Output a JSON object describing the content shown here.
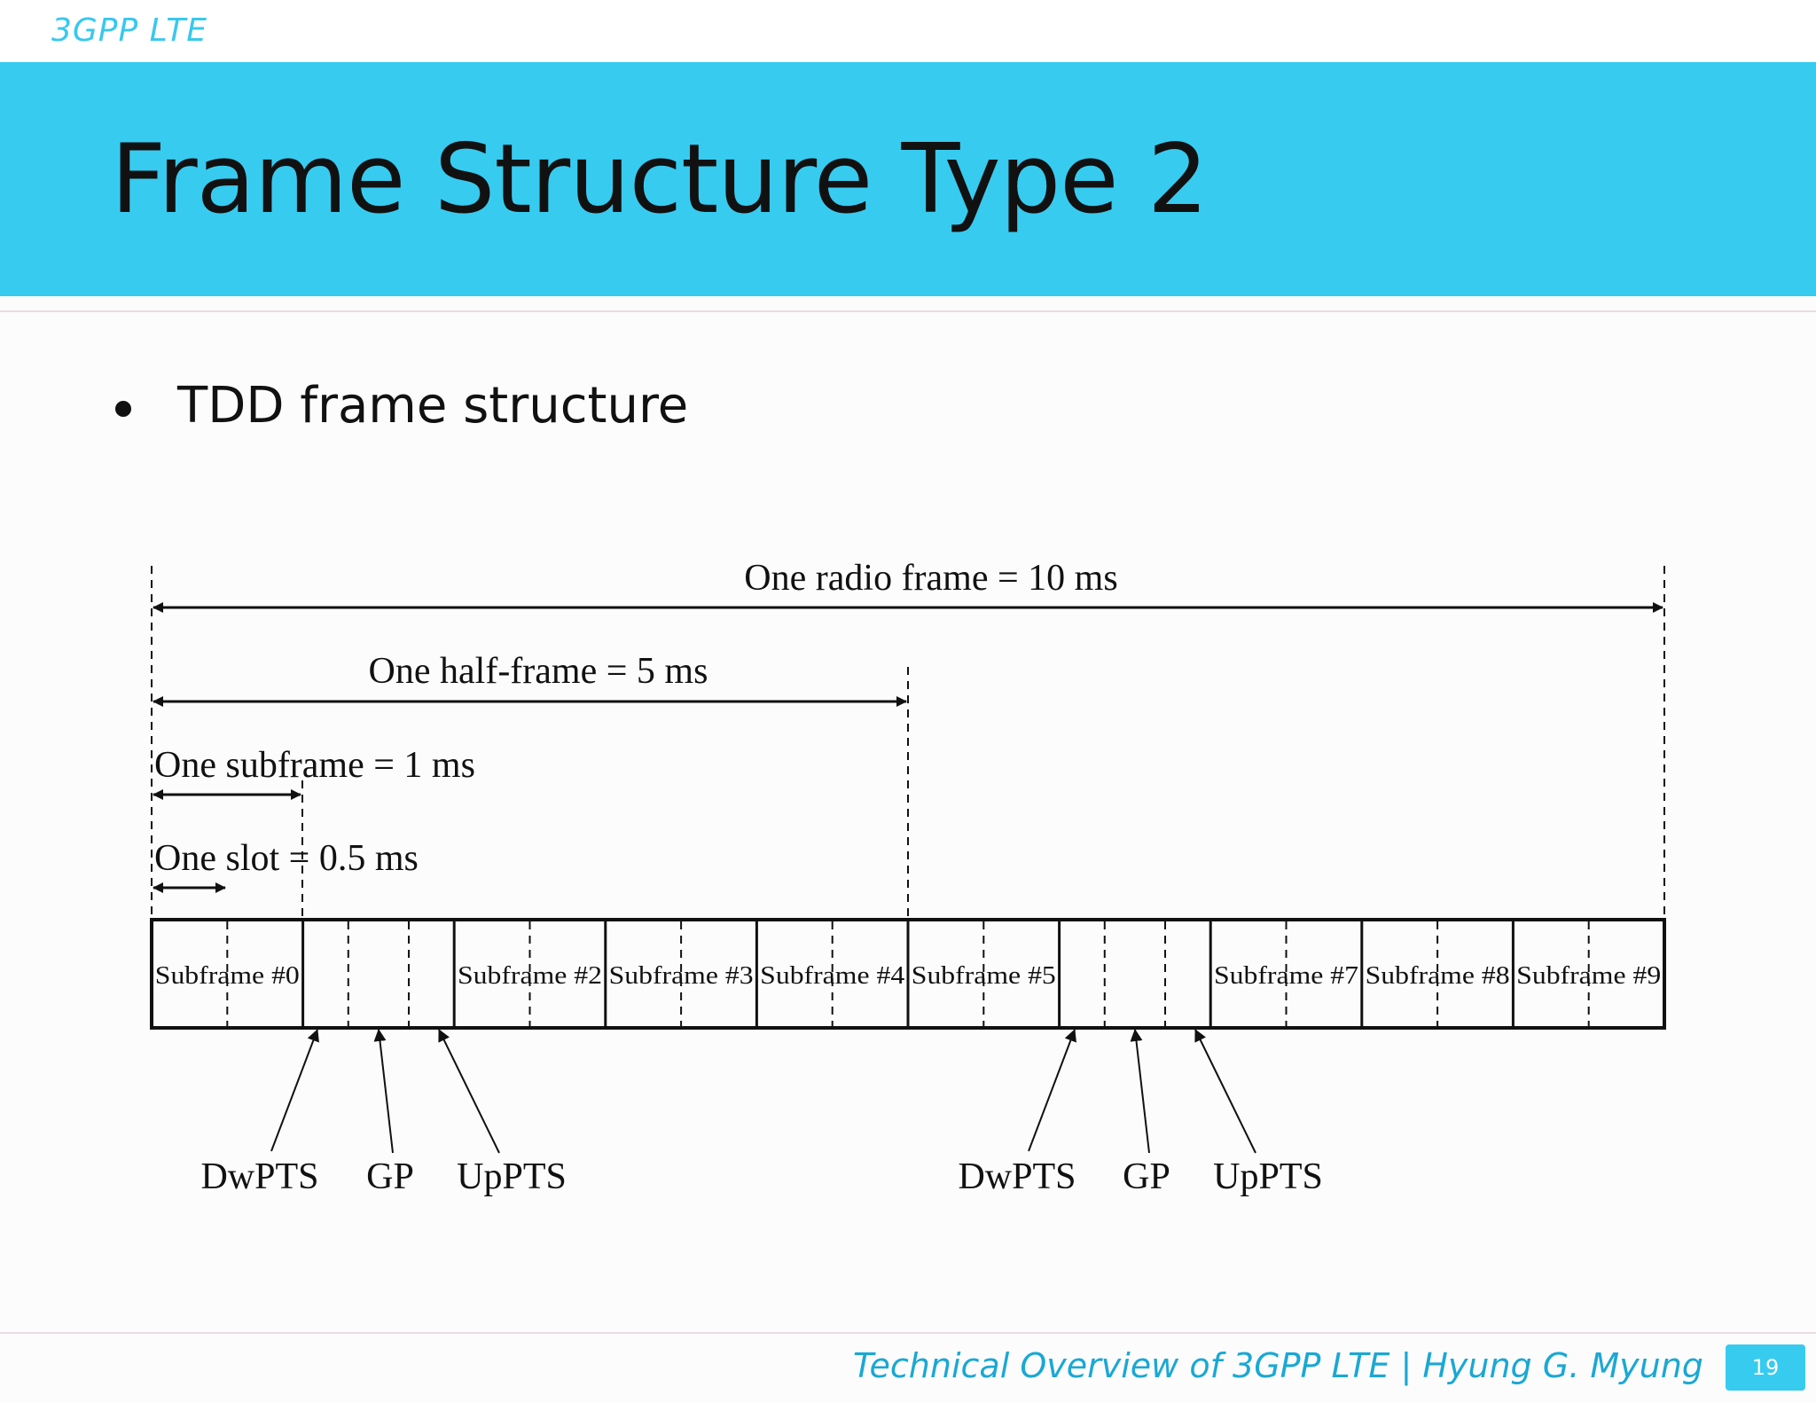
{
  "header": {
    "topic": "3GPP LTE",
    "title": "Frame Structure Type 2",
    "accent_color": "#38cbf0"
  },
  "bullets": [
    "TDD frame structure"
  ],
  "diagram": {
    "radio_frame_label": "One radio frame = 10 ms",
    "half_frame_label": "One half-frame = 5 ms",
    "subframe_label": "One subframe = 1 ms",
    "slot_label": "One slot = 0.5 ms",
    "subframes": [
      "Subframe #0",
      "",
      "Subframe #2",
      "Subframe #3",
      "Subframe #4",
      "Subframe #5",
      "",
      "Subframe #7",
      "Subframe #8",
      "Subframe #9"
    ],
    "special_fields_1": [
      "DwPTS",
      "GP",
      "UpPTS"
    ],
    "special_fields_2": [
      "DwPTS",
      "GP",
      "UpPTS"
    ]
  },
  "footer": {
    "text": "Technical Overview of 3GPP LTE | Hyung G. Myung",
    "page": "19"
  }
}
